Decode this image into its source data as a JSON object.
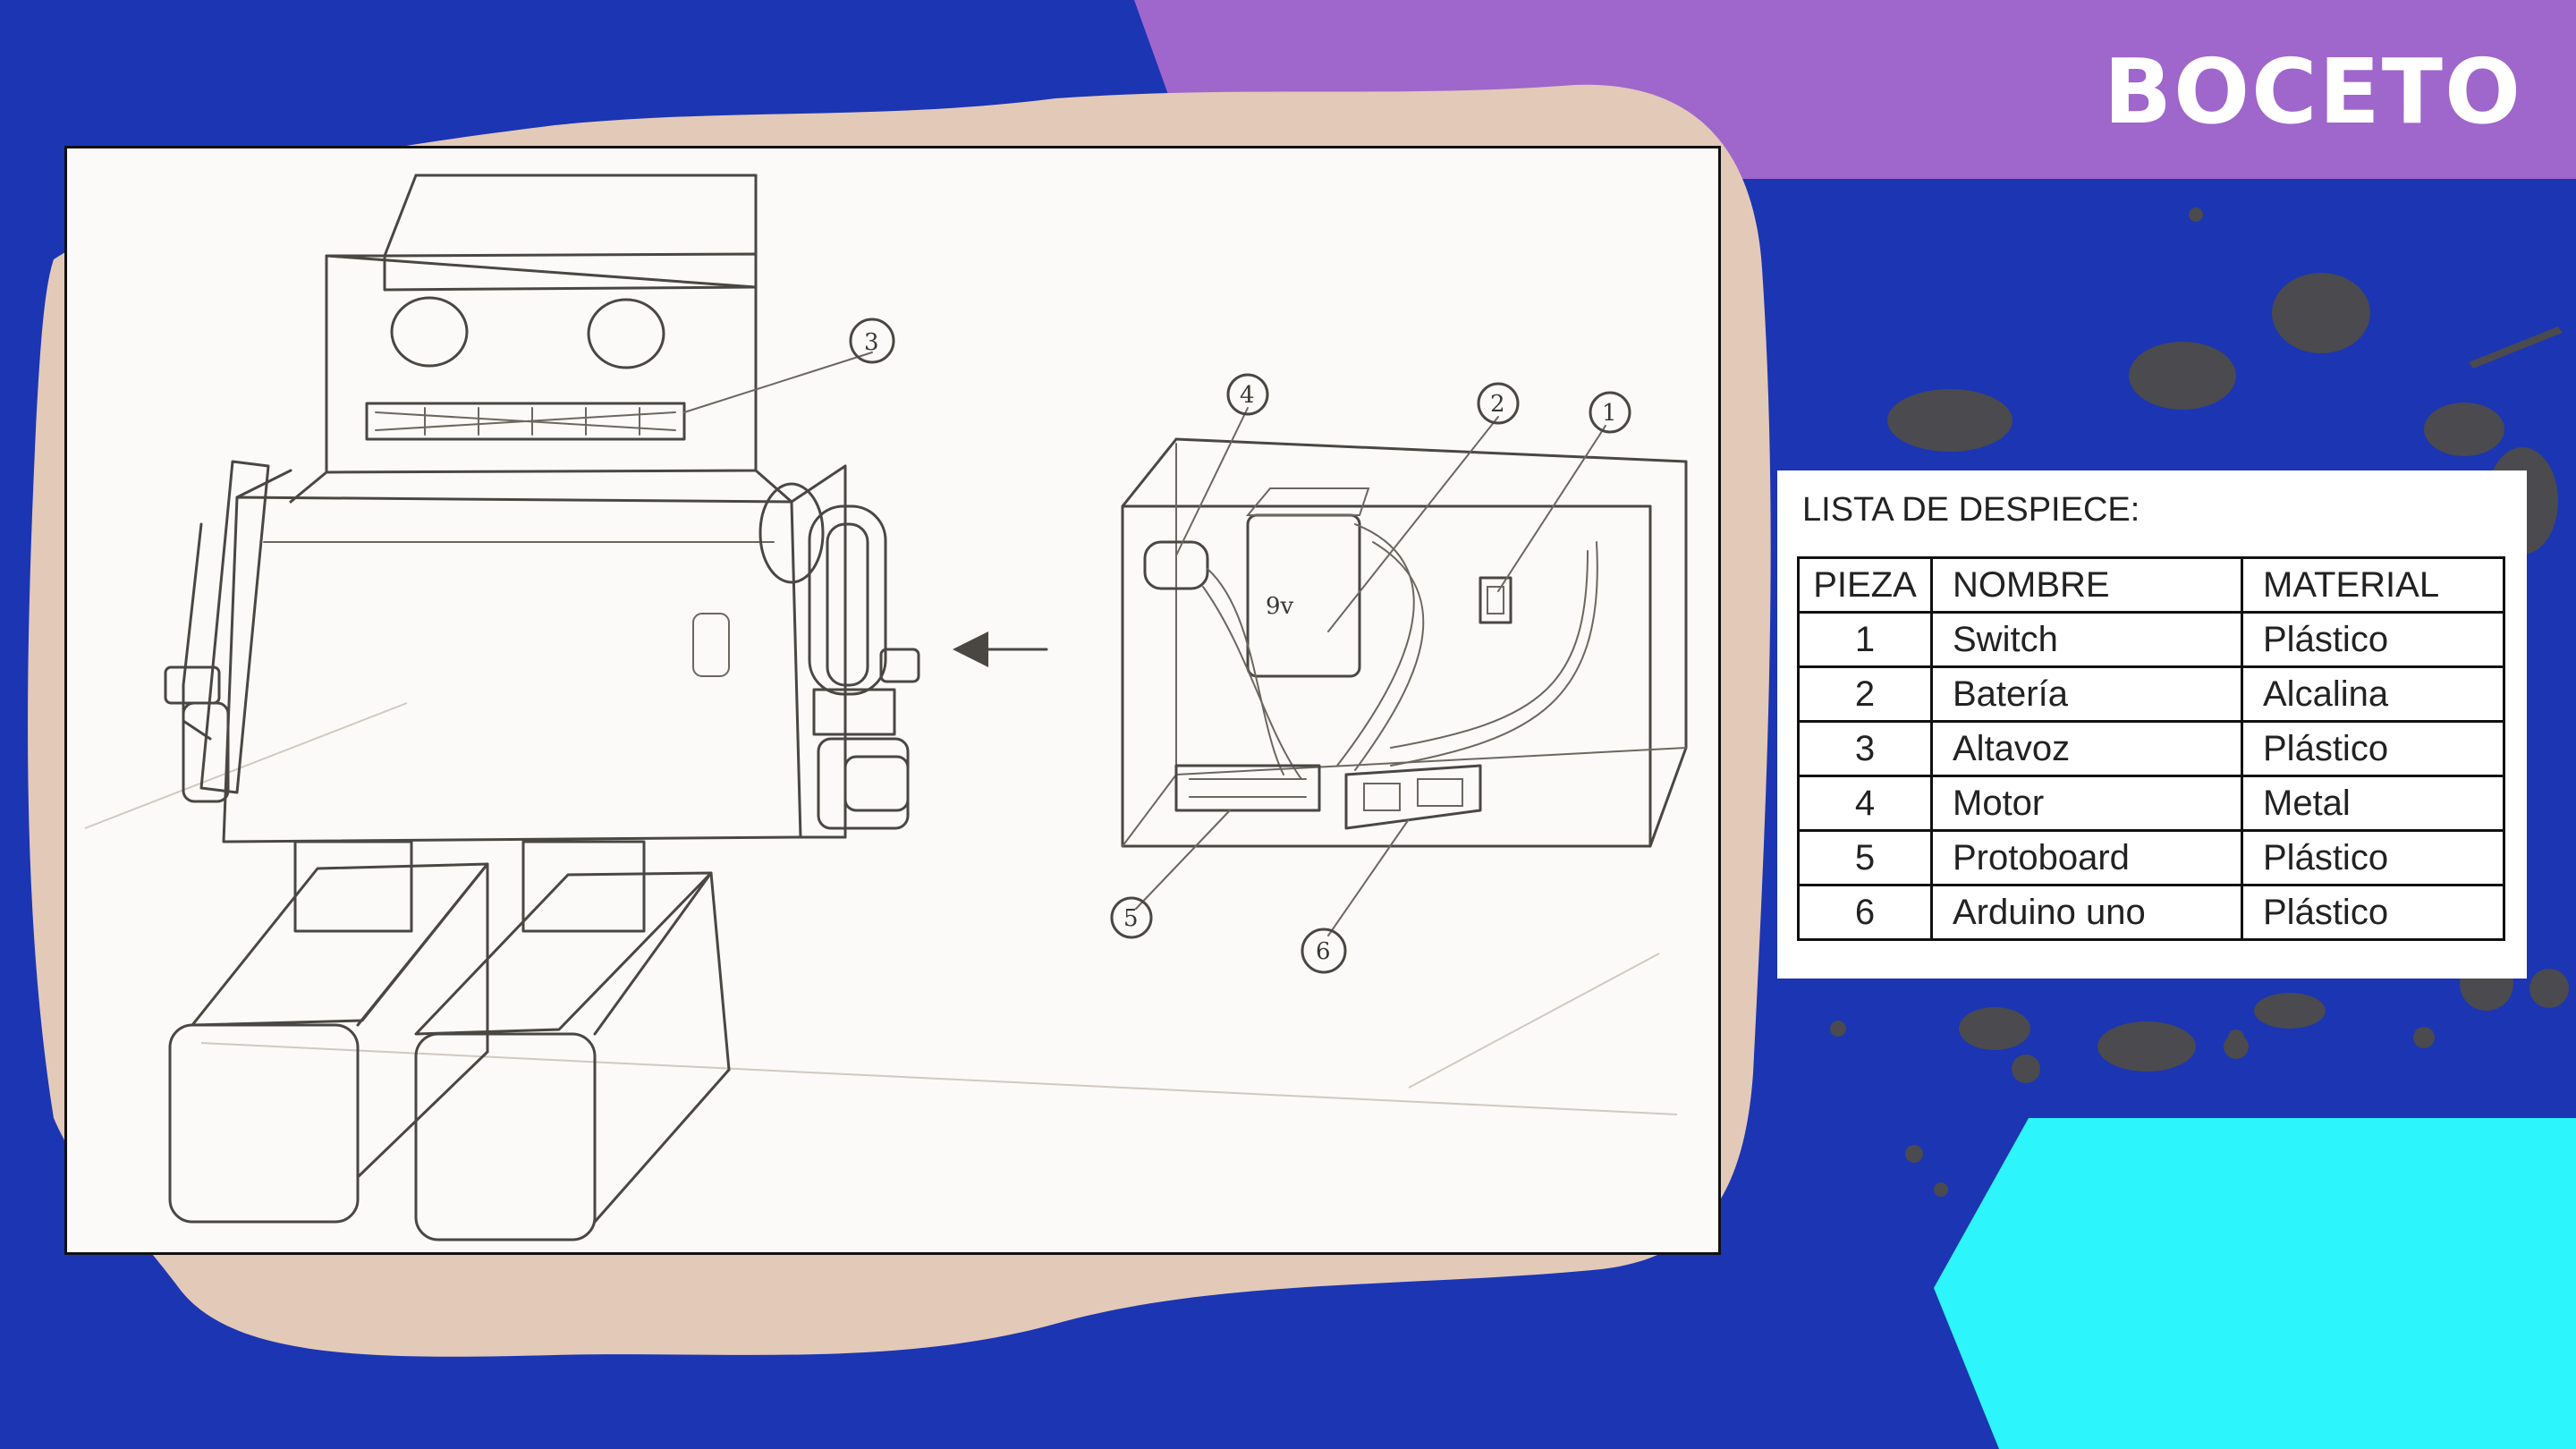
{
  "header": {
    "title": "BOCETO"
  },
  "parts_list": {
    "heading": "LISTA DE DESPIECE:",
    "columns": [
      "PIEZA",
      "NOMBRE",
      "MATERIAL"
    ],
    "rows": [
      {
        "pieza": "1",
        "nombre": "Switch",
        "material": "Plástico"
      },
      {
        "pieza": "2",
        "nombre": "Batería",
        "material": "Alcalina"
      },
      {
        "pieza": "3",
        "nombre": "Altavoz",
        "material": "Plástico"
      },
      {
        "pieza": "4",
        "nombre": "Motor",
        "material": "Metal"
      },
      {
        "pieza": "5",
        "nombre": "Protoboard",
        "material": "Plástico"
      },
      {
        "pieza": "6",
        "nombre": "Arduino uno",
        "material": "Plástico"
      }
    ]
  },
  "sketch": {
    "callouts": [
      "3",
      "4",
      "2",
      "1",
      "5",
      "6"
    ],
    "battery_label": "9v"
  },
  "colors": {
    "background": "#1b35b3",
    "purple_banner": "#9f66cc",
    "cyan_shape": "#2cf5fb",
    "beige_blob": "#e3c9b8",
    "ink_splash": "#4a4a4f"
  }
}
